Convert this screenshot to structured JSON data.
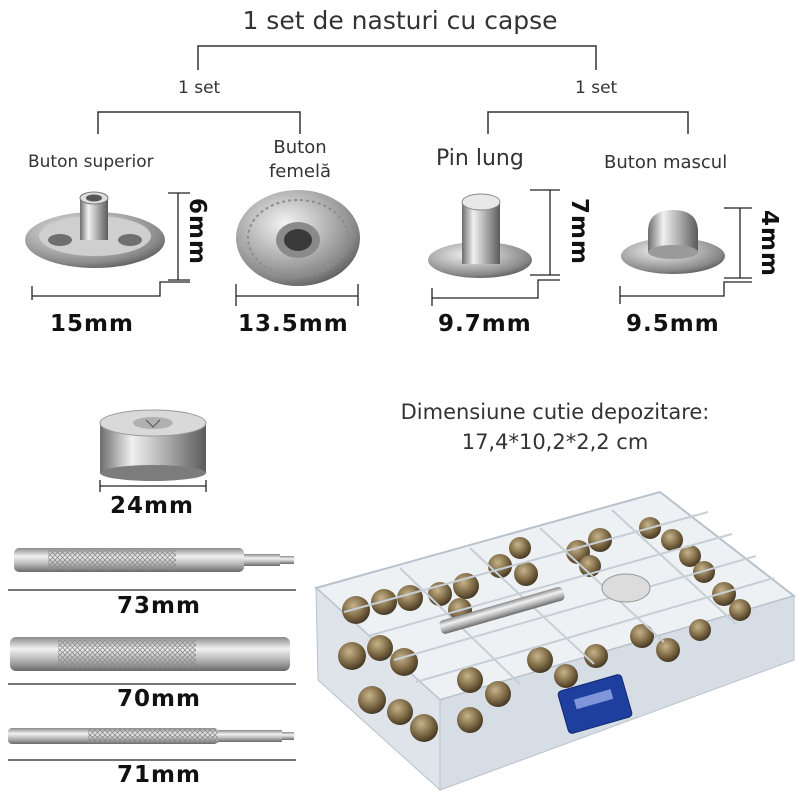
{
  "title": "1 set de nasturi cu capse",
  "groups": [
    {
      "label": "1 set"
    },
    {
      "label": "1 set"
    }
  ],
  "parts": [
    {
      "name": "Buton superior",
      "height": "6mm",
      "width": "15mm"
    },
    {
      "name": "Buton femelă",
      "width": "13.5mm"
    },
    {
      "name": "Pin lung",
      "height": "7mm",
      "width": "9.7mm"
    },
    {
      "name": "Buton mascul",
      "height": "4mm",
      "width": "9.5mm"
    }
  ],
  "tool_anvil": {
    "width": "24mm"
  },
  "tools": [
    {
      "length": "73mm"
    },
    {
      "length": "70mm"
    },
    {
      "length": "71mm"
    }
  ],
  "box": {
    "label": "Dimensiune cutie depozitare:",
    "size": "17,4*10,2*2,2 cm"
  }
}
